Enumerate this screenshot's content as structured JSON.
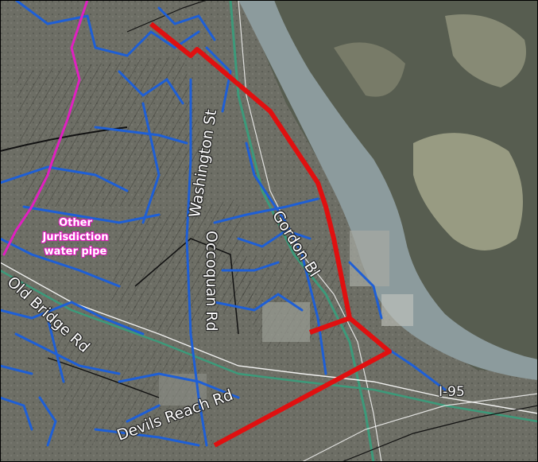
{
  "map": {
    "colors": {
      "land": "#6d6e65",
      "forest_dark": "#4f5448",
      "river": "#8a9a9c",
      "field": "#b3b59a",
      "water_pipe": "#1e5fd6",
      "other_jurisdiction_pipe": "#e020c0",
      "proposed_pipe": "#e01010",
      "highway_line": "#ffffff",
      "rail_line": "#3c9a7a"
    },
    "street_labels": {
      "washington": "Washington St",
      "gordon": "Gordon Bl",
      "occoquan": "Occoquan Rd",
      "old_bridge": "Old Bridge Rd",
      "devils_reach": "Devils Reach Rd",
      "i95": "I-95"
    },
    "jurisdiction_label": {
      "line1": "Other",
      "line2": "Jurisdiction",
      "line3": "water pipe"
    }
  }
}
